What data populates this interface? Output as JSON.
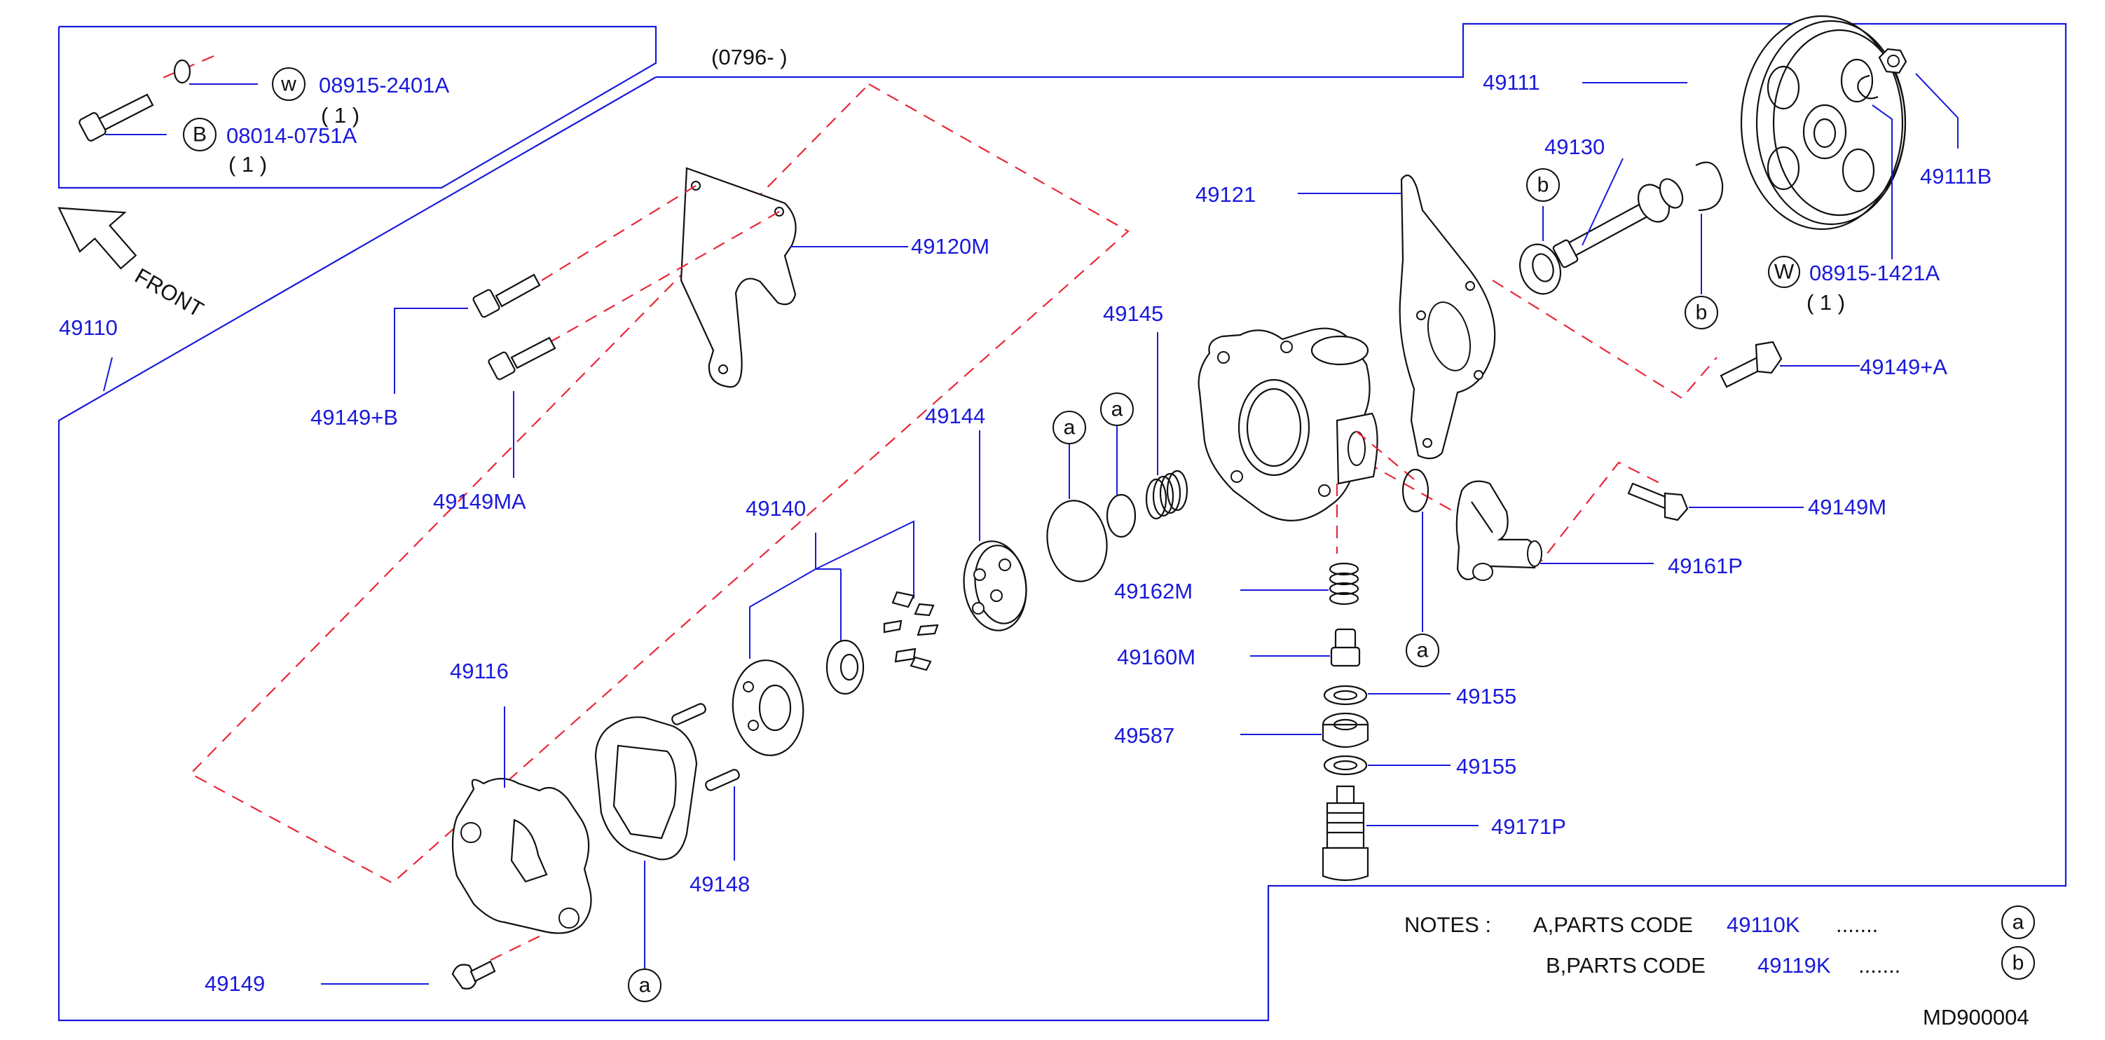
{
  "header": {
    "date_range": "(0796-       )",
    "front_label": "FRONT"
  },
  "inset": {
    "washer_symbol": "w",
    "washer_code": "08915-2401A",
    "washer_qty": "( 1 )",
    "bolt_symbol": "B",
    "bolt_code": "08014-0751A",
    "bolt_qty": "( 1 )"
  },
  "parts": {
    "p49110": "49110",
    "p49111": "49111",
    "p49111B": "49111B",
    "p49130": "49130",
    "p49121": "49121",
    "p49120M": "49120M",
    "p49145": "49145",
    "p49144": "49144",
    "p49140": "49140",
    "p49149B": "49149+B",
    "p49149MA": "49149MA",
    "p49149A": "49149+A",
    "p49149M": "49149M",
    "p49161P": "49161P",
    "p49162M": "49162M",
    "p49160M": "49160M",
    "p49155a": "49155",
    "p49587": "49587",
    "p49155b": "49155",
    "p49171P": "49171P",
    "p49116": "49116",
    "p49148": "49148",
    "p49149": "49149",
    "w08915_1421A": "08915-1421A",
    "w08915_1421A_qty": "( 1 )",
    "w_symbol": "W"
  },
  "callouts": {
    "a": "a",
    "b": "b"
  },
  "notes": {
    "label": "NOTES  :",
    "line_a_prefix": "A,PARTS   CODE",
    "line_a_code": "49110K",
    "line_a_dots": ".......",
    "line_b_prefix": "B,PARTS   CODE",
    "line_b_code": "49119K",
    "line_b_dots": "......."
  },
  "footer": {
    "diagram_id": "MD900004"
  }
}
